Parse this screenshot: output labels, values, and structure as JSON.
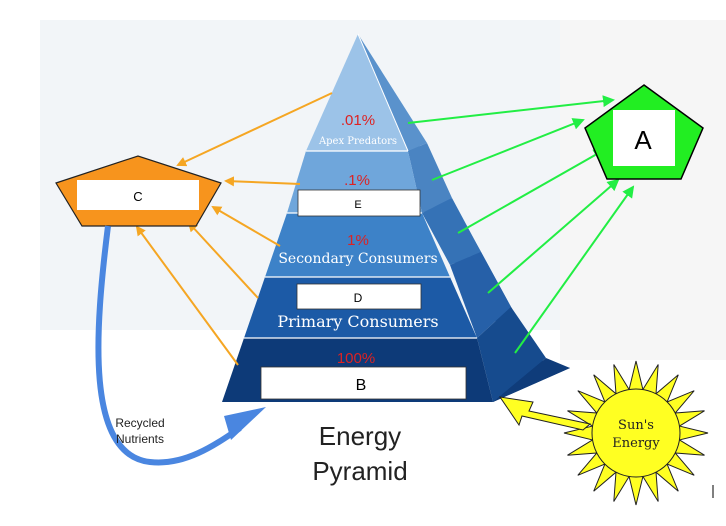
{
  "pyramid": {
    "levels": [
      {
        "percent": ".01%",
        "label": "Apex Predators"
      },
      {
        "percent": ".1%",
        "label": "E"
      },
      {
        "percent": "1%",
        "label": "Secondary Consumers"
      },
      {
        "percent": "",
        "label": "D"
      },
      {
        "percent": "",
        "label": "Primary Consumers"
      },
      {
        "percent": "100%",
        "label": "B"
      }
    ]
  },
  "boxes": {
    "a_label": "A",
    "c_label": "C"
  },
  "recycled": {
    "line1": "Recycled",
    "line2": "Nutrients"
  },
  "title": {
    "line1": "Energy",
    "line2": "Pyramid"
  },
  "sun": {
    "line1": "Sun's",
    "line2": "Energy"
  },
  "colors": {
    "orange_arrow": "#f5a623",
    "green_arrow": "#22ee44",
    "blue_arrow": "#4a86e0",
    "sun_yellow": "#ffff22",
    "pentagon_green": "#22ee22",
    "pentagon_orange": "#f7941d",
    "percent_red": "#dd2222"
  }
}
